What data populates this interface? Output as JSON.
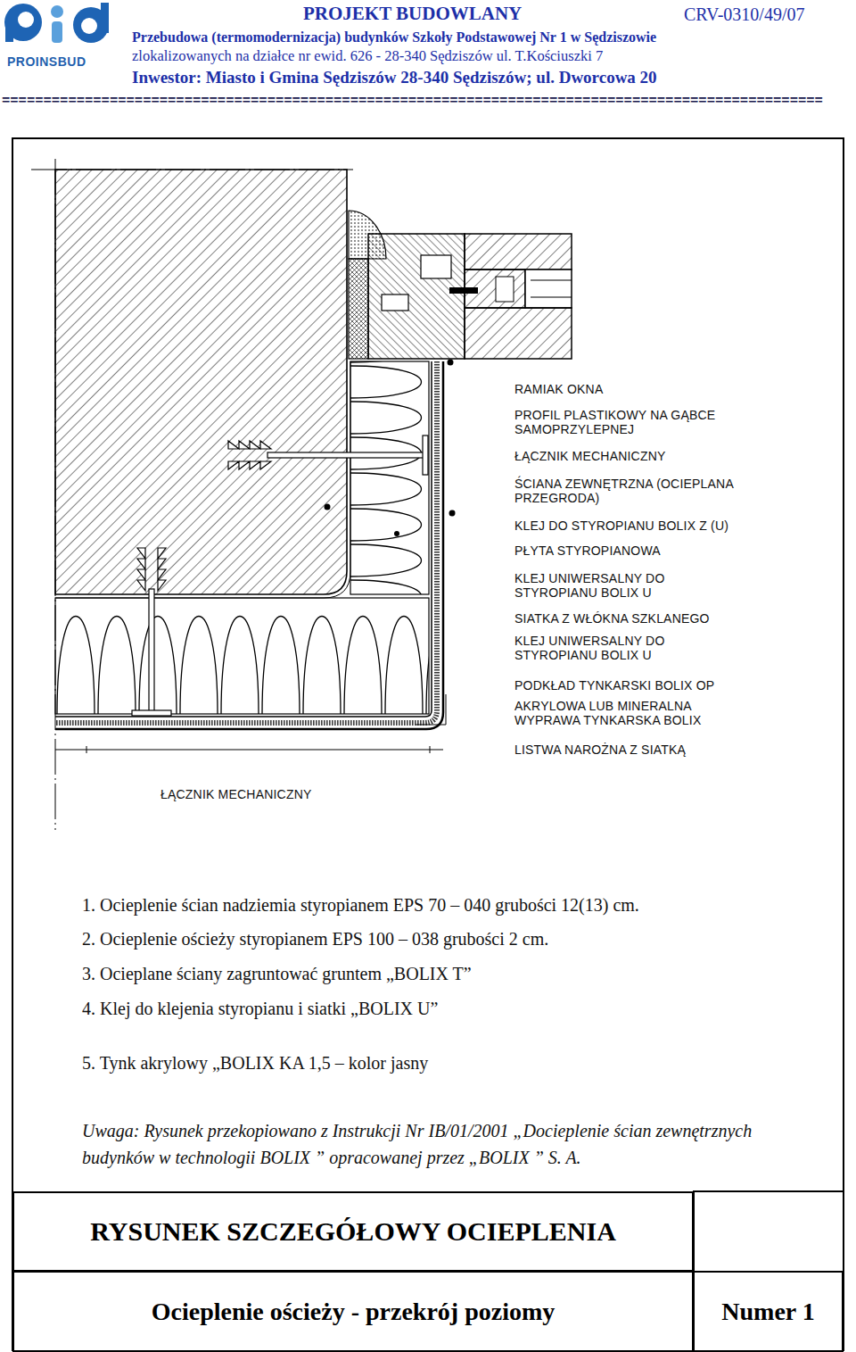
{
  "diagram": {
    "title": "PROJEKT BUDOWLANY",
    "nodes": [
      {
        "text": [
          "RYSUNEK SZCZEGÓŁOWY OCIEPLENIA"
        ]
      },
      {
        "text": [
          "Ocieplenie ościeży - przekrój poziomy"
        ]
      },
      {
        "text": [
          "Numer 1"
        ]
      }
    ],
    "labels": [
      "PROINSBUD",
      "CRV-0310/49/07",
      "Przebudowa (termomodernizacja) budynków Szkoły Podstawowej Nr 1 w Sędziszowie",
      "zlokalizowanych na działce nr ewid. 626 - 28-340 Sędziszów ul. T.Kościuszki 7",
      "Inwestor: Miasto i Gmina Sędziszów 28-340 Sędziszów; ul. Dworcowa 20",
      "===================================================================================================",
      "RAMIAK OKNA",
      "PROFIL PLASTIKOWY NA GĄBCE SAMOPRZYLEPNEJ",
      "ŁĄCZNIK MECHANICZNY",
      "ŚCIANA ZEWNĘTRZNA (OCIEPLANA PRZEGRODA)",
      "KLEJ DO STYROPIANU BOLIX Z (U)",
      "PŁYTA STYROPIANOWA",
      "KLEJ UNIWERSALNY DO STYROPIANU BOLIX U",
      "SIATKA Z WŁÓKNA SZKLANEGO",
      "KLEJ UNIWERSALNY DO STYROPIANU BOLIX U",
      "PODKŁAD TYNKARSKI BOLIX OP",
      "AKRYLOWA LUB MINERALNA WYPRAWA TYNKARSKA BOLIX",
      "LISTWA NAROŻNA Z SIATKĄ",
      "ŁĄCZNIK MECHANICZNY",
      "1. Ocieplenie ścian nadziemia styropianem EPS 70 – 040 grubości 12(13) cm.",
      "2. Ocieplenie ościeży styropianem EPS 100 – 038 grubości 2 cm.",
      "3. Ocieplane ściany zagruntować gruntem „BOLIX T”",
      "4. Klej do klejenia styropianu i siatki „BOLIX U”",
      "5. Tynk akrylowy „BOLIX KA 1,5 – kolor jasny",
      "Uwaga: Rysunek przekopiowano z Instrukcji Nr IB/01/2001 „Docieplenie ścian zewnętrznych budynków w technologii BOLIX ” opracowanej przez „BOLIX ” S. A."
    ]
  }
}
